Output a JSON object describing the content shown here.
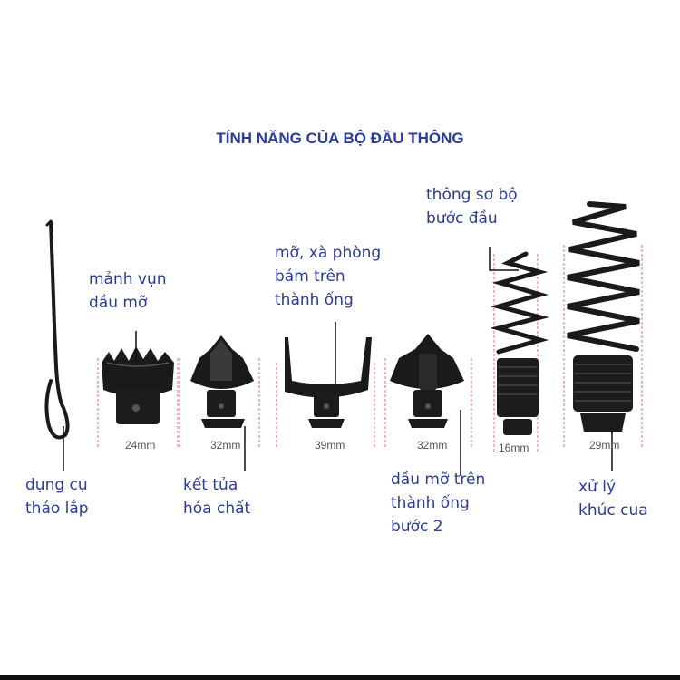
{
  "title": "TÍNH NĂNG CỦA BỘ ĐẦU THÔNG",
  "labels": {
    "tool": [
      "dụng cụ",
      "tháo lắp"
    ],
    "debris": [
      "mảnh vụn",
      "dầu mỡ"
    ],
    "chemical": [
      "kết tủa",
      "hóa chất"
    ],
    "soap": [
      "mỡ, xà phòng",
      "bám trên",
      "thành ống"
    ],
    "grease2": [
      "dầu mỡ trên",
      "thành ống",
      "bước 2"
    ],
    "initial": [
      "thông sơ bộ",
      "bước đầu"
    ],
    "bends": [
      "xử lý",
      "khúc cua"
    ]
  },
  "sizes": [
    "24mm",
    "32mm",
    "39mm",
    "32mm",
    "16mm",
    "29mm"
  ]
}
